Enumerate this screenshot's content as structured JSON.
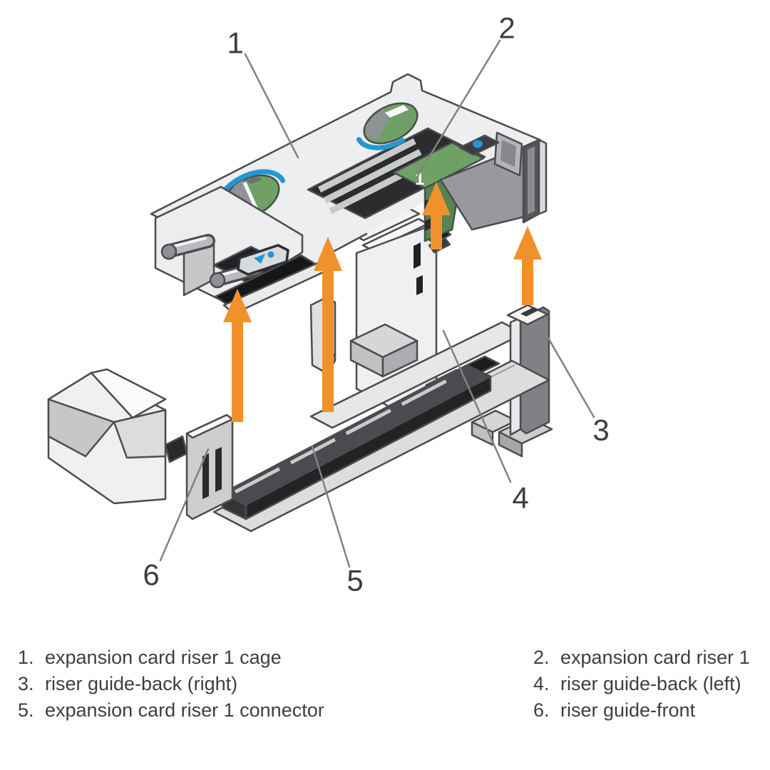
{
  "figure": {
    "riser_card_label": "1",
    "callouts": [
      {
        "num": "1"
      },
      {
        "num": "2"
      },
      {
        "num": "3"
      },
      {
        "num": "4"
      },
      {
        "num": "5"
      },
      {
        "num": "6"
      }
    ]
  },
  "legend": {
    "items": [
      {
        "num": "1.",
        "label": "expansion card riser 1 cage"
      },
      {
        "num": "2.",
        "label": "expansion card riser 1"
      },
      {
        "num": "3.",
        "label": "riser guide-back (right)"
      },
      {
        "num": "4.",
        "label": "riser guide-back (left)"
      },
      {
        "num": "5.",
        "label": "expansion card riser 1 connector"
      },
      {
        "num": "6.",
        "label": "riser guide-front"
      }
    ]
  },
  "colors": {
    "arrow_orange": "#F0912C",
    "pcb_green": "#6FA065",
    "pcb_green_dark": "#558450",
    "accent_blue": "#2397D4",
    "outline_gray": "#4B4C4E",
    "leader_gray": "#808285",
    "text_gray": "#3D3E40"
  }
}
